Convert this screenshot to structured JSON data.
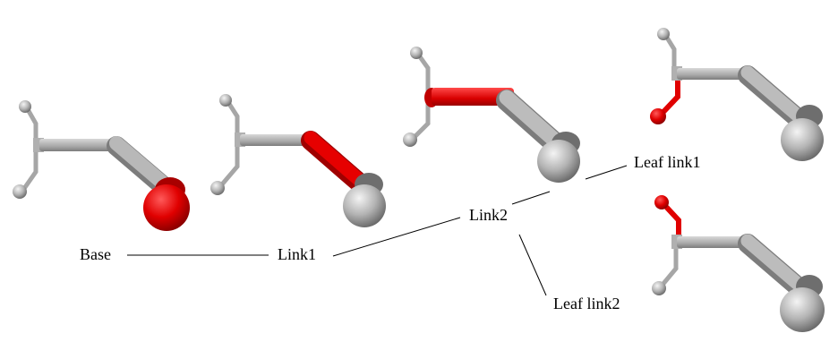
{
  "labels": {
    "base": "Base",
    "link1": "Link1",
    "link2": "Link2",
    "leaf1": "Leaf link1",
    "leaf2": "Leaf link2"
  },
  "colors": {
    "highlight": "#e00000",
    "highlight_dark": "#a80000",
    "gray_light": "#c4c4c4",
    "gray_mid": "#9c9c9c",
    "gray_dark": "#6e6e6e",
    "leader": "#000000"
  }
}
